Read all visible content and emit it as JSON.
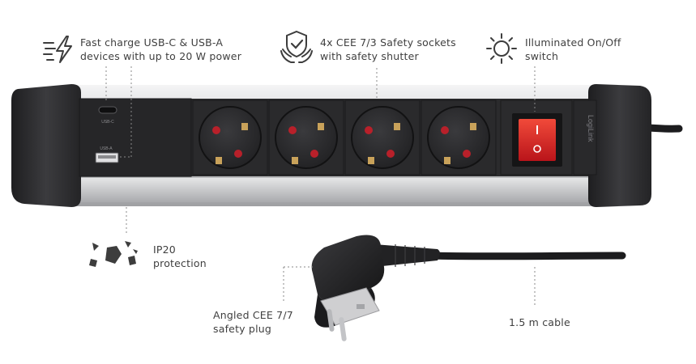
{
  "features": {
    "charging": {
      "line1": "Fast charge USB-C & USB-A",
      "line2": "devices with up to 20 W power",
      "icon": "fast-charge-icon"
    },
    "sockets": {
      "line1": "4x CEE 7/3 Safety sockets",
      "line2": "with safety shutter",
      "icon": "shield-hands-icon"
    },
    "switch": {
      "line1": "Illuminated On/Off",
      "line2": "switch",
      "icon": "sun-icon"
    },
    "ip": {
      "line1": "IP20",
      "line2": "protection",
      "icon": "ip20-particles-icon"
    },
    "plug": {
      "line1": "Angled CEE 7/7",
      "line2": "safety plug"
    },
    "cable": {
      "line1": "1.5 m cable"
    }
  },
  "product": {
    "brand": "LogiLink",
    "usb_c_label": "USB-C",
    "usb_a_label": "USB-A"
  },
  "colors": {
    "housing": "#2f2f31",
    "aluminium": "#c9cacc",
    "socket_pin": "#b8202a",
    "switch_red": "#d42020"
  }
}
